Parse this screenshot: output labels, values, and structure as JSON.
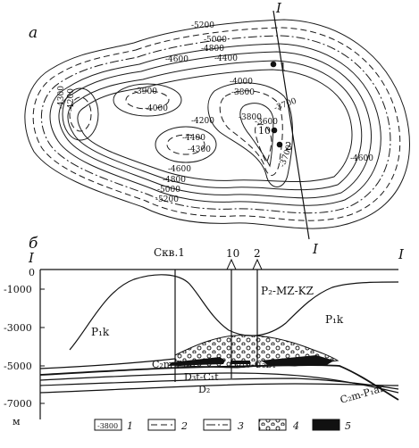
{
  "panel_a": {
    "label": "а",
    "profile_label_top": "I",
    "profile_label_bottom": "I",
    "wells": [
      "1",
      "10",
      "2"
    ],
    "contour_labels": [
      "-5200",
      "-5000",
      "-4800",
      "-4600",
      "-4400",
      "-4300",
      "-4200",
      "-3900",
      "-4000",
      "-4000",
      "-3800",
      "-3800",
      "-3700",
      "-3600",
      "-3700",
      "-4200",
      "-4400",
      "-4300",
      "-4600",
      "-4800",
      "-5000",
      "-5200",
      "-4600"
    ]
  },
  "panel_b": {
    "label": "б",
    "left_mark": "I",
    "right_mark": "I",
    "well_main": "Скв.1",
    "well_10": "10",
    "well_2": "2",
    "depth_ticks": [
      "0",
      "-1000",
      "-3000",
      "-5000",
      "-7000"
    ],
    "depth_unit": "м",
    "units": {
      "p2mzkz": "P₂-MZ-KZ",
      "p1k_left": "P₁k",
      "p1k_right": "P₁k",
      "c2m_p1ar": "C₂m-P₁ar",
      "c1v_c2b1": "C₁v-C₂b₁",
      "d3t_c1t": "D₃t-C₁t",
      "d2": "D₂",
      "c2m_p1ar_right": "C₂m-P₁ar"
    }
  },
  "legend": [
    {
      "sample": "-3800",
      "num": "1"
    },
    {
      "num": "2"
    },
    {
      "num": "3"
    },
    {
      "num": "4"
    },
    {
      "num": "5"
    }
  ]
}
